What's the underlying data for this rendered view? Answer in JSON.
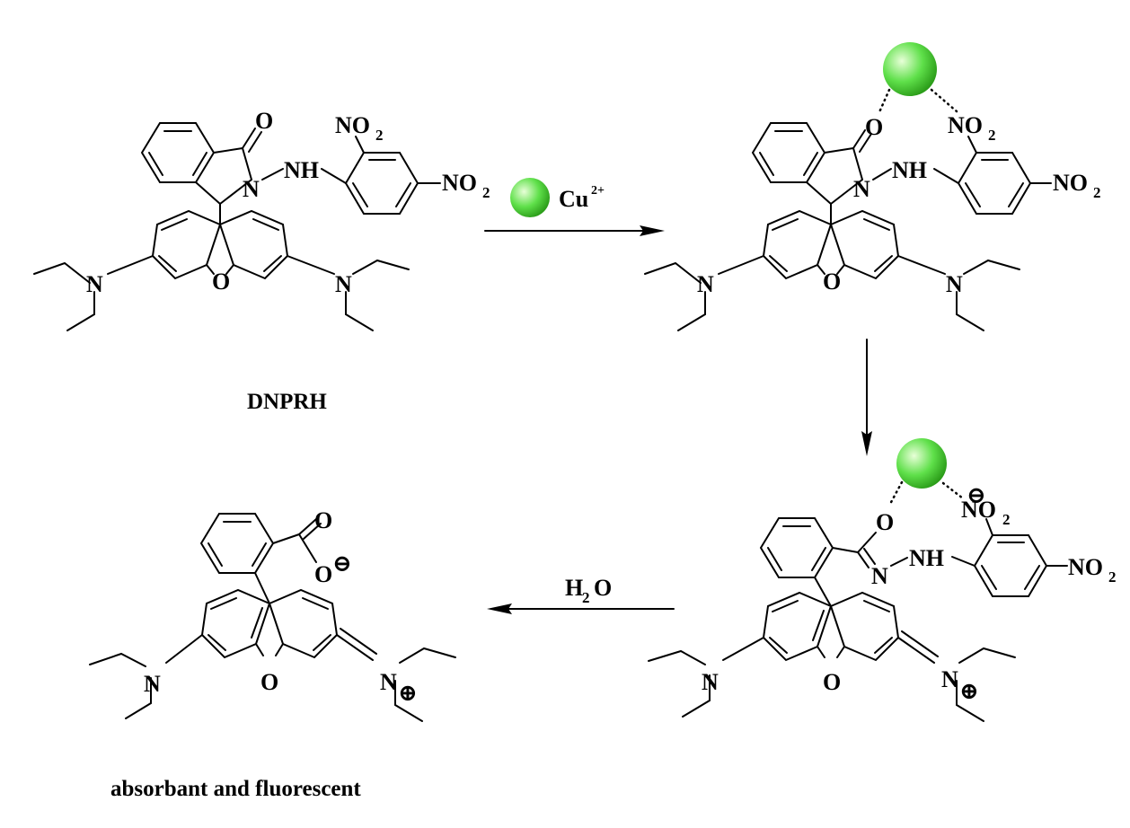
{
  "labels": {
    "O": "O",
    "N": "N",
    "NH": "NH",
    "NO": "NO",
    "two": "2",
    "plus": "⊕",
    "minus": "⊖"
  },
  "reagent": {
    "metal": "Cu",
    "charge": "2+",
    "solvent_H": "H",
    "solvent_2": "2",
    "solvent_O": "O"
  },
  "captions": {
    "probe": "DNPRH",
    "product": "absorbant and fluorescent"
  },
  "colors": {
    "sphere_light": "#e8ffd8",
    "sphere_mid": "#5fe04a",
    "sphere_dark": "#2a9b18",
    "ink": "#000000"
  }
}
